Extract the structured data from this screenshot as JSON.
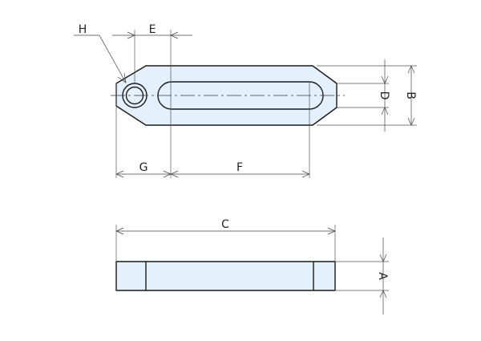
{
  "labels": {
    "a": "A",
    "b": "B",
    "c": "C",
    "d": "D",
    "e": "E",
    "f": "F",
    "g": "G",
    "h": "H"
  },
  "colors": {
    "part_fill": "#e4f0fb",
    "outline": "#1a1a1a",
    "dimension_line": "#444444"
  }
}
